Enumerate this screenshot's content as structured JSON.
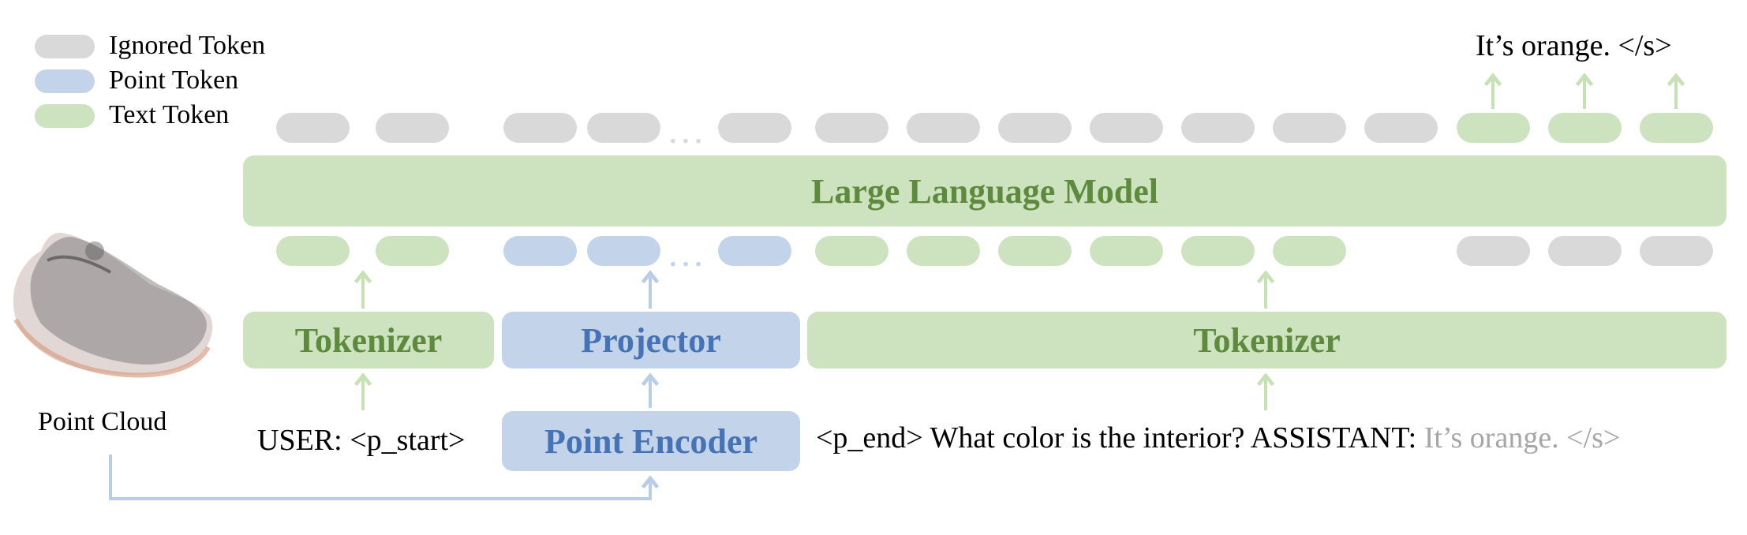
{
  "colors": {
    "ignored": "#d9d9d9",
    "point": "#c3d4ea",
    "text": "#cde3bf",
    "llm_text": "#5e8a3e",
    "point_text": "#4573b6",
    "arrow_green": "#c6e2b4",
    "arrow_blue": "#b9cde6",
    "answer_gray": "#a6a6a6"
  },
  "legend": [
    {
      "label": "Ignored Token",
      "kind": "ignored"
    },
    {
      "label": "Point Token",
      "kind": "point"
    },
    {
      "label": "Text Token",
      "kind": "text"
    }
  ],
  "llm": {
    "label": "Large Language Model"
  },
  "tokenizer_left": {
    "label": "Tokenizer"
  },
  "projector": {
    "label": "Projector"
  },
  "tokenizer_right": {
    "label": "Tokenizer"
  },
  "point_encoder": {
    "label": "Point Encoder"
  },
  "point_cloud": {
    "label": "Point Cloud",
    "icon": "shoe-point-cloud-icon"
  },
  "input": {
    "user_prefix": "USER: <p_start>",
    "question": "<p_end> What color is the interior? ASSISTANT:",
    "answer": "It’s orange. </s>"
  },
  "output": {
    "text": "It’s orange. </s>"
  },
  "ellipsis": "…",
  "top_tokens": [
    "ignored",
    "ignored",
    "ignored",
    "ignored",
    "ignored",
    "ignored",
    "ignored",
    "ignored",
    "ignored",
    "ignored",
    "ignored",
    "ignored",
    "text",
    "text",
    "text"
  ],
  "bottom_tokens": [
    "text",
    "text",
    "point",
    "point",
    "point",
    "text",
    "text",
    "text",
    "text",
    "text",
    "text",
    "ignored",
    "ignored",
    "ignored"
  ]
}
